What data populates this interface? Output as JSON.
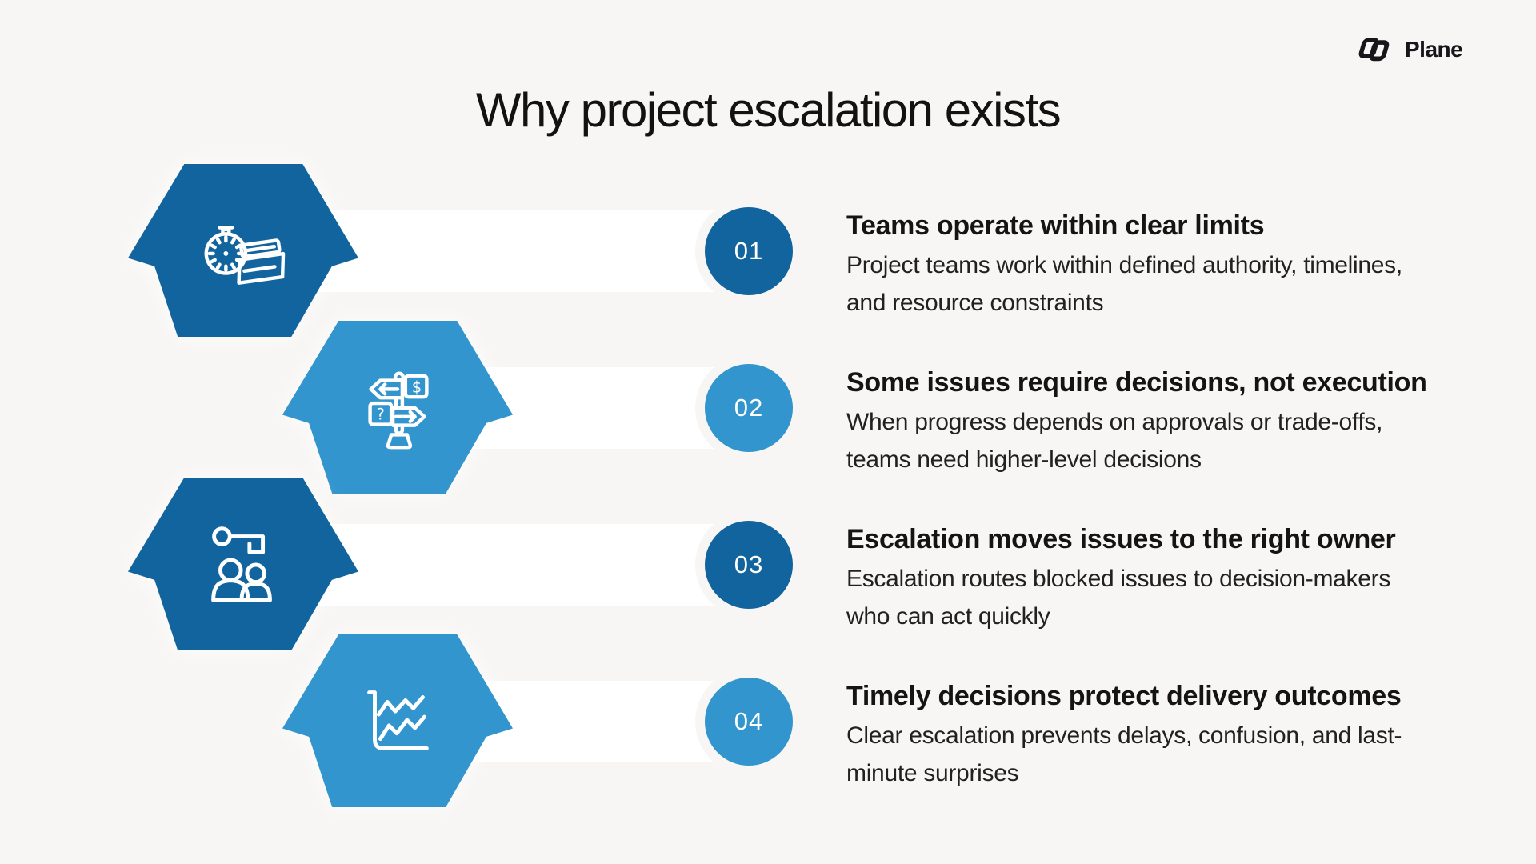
{
  "page": {
    "background": "#f7f6f4",
    "band_color": "#ffffff"
  },
  "colors": {
    "dark_blue": "#12649e",
    "light_blue": "#3295ce",
    "title_text": "#121212",
    "body_text": "#212121",
    "number_text": "#ffffff"
  },
  "logo": {
    "brand": "Plane",
    "mark": "plane-logo-mark"
  },
  "title": "Why project escalation exists",
  "items": [
    {
      "number": "01",
      "tone": "dark",
      "icon": "stopwatch-folder-icon",
      "heading": "Teams operate within clear limits",
      "body": "Project teams work within defined authority, timelines, and resource constraints"
    },
    {
      "number": "02",
      "tone": "light",
      "icon": "signpost-decision-icon",
      "heading": "Some issues require decisions, not execution",
      "body": "When progress depends on approvals or trade-offs, teams need higher-level decisions"
    },
    {
      "number": "03",
      "tone": "dark",
      "icon": "key-people-icon",
      "heading": "Escalation moves issues to the right owner",
      "body": "Escalation routes blocked issues to decision-makers who can act quickly"
    },
    {
      "number": "04",
      "tone": "light",
      "icon": "line-chart-icon",
      "heading": "Timely decisions protect delivery outcomes",
      "body": "Clear escalation prevents delays, confusion, and last-minute surprises"
    }
  ]
}
